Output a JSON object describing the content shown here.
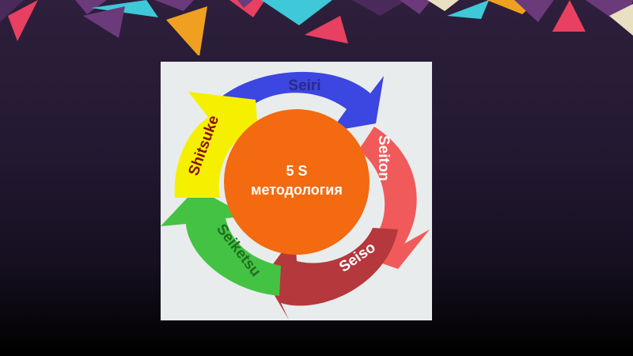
{
  "diagram": {
    "center": {
      "line1": "5 S",
      "line2": "методология"
    },
    "segments": [
      {
        "label": "Seiri",
        "color": "#3c46e0",
        "label_color": "#2a2a8a"
      },
      {
        "label": "Seiton",
        "color": "#f05a5a",
        "label_color": "#ffffff"
      },
      {
        "label": "Seiso",
        "color": "#b5383c",
        "label_color": "#ffffff"
      },
      {
        "label": "Seiketsu",
        "color": "#44c244",
        "label_color": "#1f6f1f"
      },
      {
        "label": "Shitsuke",
        "color": "#f5f000",
        "label_color": "#8a1010"
      }
    ],
    "center_color": "#f36a10",
    "card_background": "#e9ecec"
  },
  "theme": {
    "background_top": "#2e1f3c",
    "background_bottom": "#000000",
    "confetti_colors": [
      "#6a3a7a",
      "#3fc8d8",
      "#f0a020",
      "#e84060",
      "#4a2a5a",
      "#e8e0c0"
    ]
  }
}
